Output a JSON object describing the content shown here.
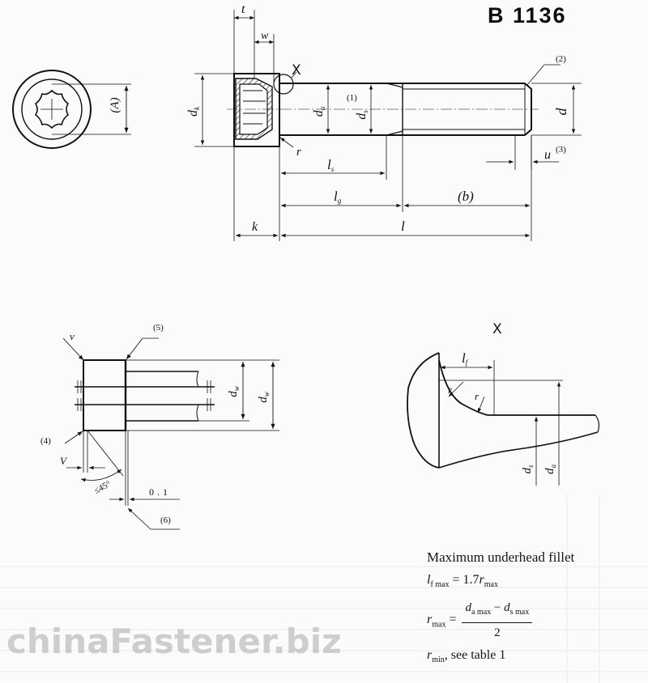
{
  "standard_code": "B 1136",
  "labels": {
    "t": "t",
    "w": "w",
    "X": "X",
    "A": "(A)",
    "dk": "d",
    "dk_sub": "k",
    "da": "d",
    "da_sub": "a",
    "ds": "d",
    "ds_sub": "s",
    "ds_note": "(1)",
    "d": "d",
    "note2": "(2)",
    "u": "u",
    "note3": "(3)",
    "r": "r",
    "ls": "l",
    "ls_sub": "s",
    "lg": "l",
    "lg_sub": "g",
    "b": "(b)",
    "k": "k",
    "l": "l",
    "v_top": "v",
    "note5": "(5)",
    "dw1": "d",
    "dw1_sub": "w",
    "dw2": "d",
    "dw2_sub": "w",
    "note4": "(4)",
    "V": "V",
    "angle": "≤45°",
    "tol": "0.1",
    "note6": "(6)",
    "X_detail": "X",
    "lf": "l",
    "lf_sub": "f",
    "r1": "r",
    "r2": "r",
    "ds_detail": "d",
    "ds_detail_sub": "s",
    "da_detail": "d",
    "da_detail_sub": "a"
  },
  "formula": {
    "title": "Maximum underhead fillet",
    "lf_lhs": "l",
    "lf_lhs_sub": "f max",
    "lf_rhs": "= 1.7",
    "lf_r": "r",
    "lf_r_sub": "max",
    "rmax_lhs": "r",
    "rmax_lhs_sub": "max",
    "rmax_eq": "=",
    "num_a": "d",
    "num_a_sub": "a max",
    "num_minus": " − ",
    "num_b": "d",
    "num_b_sub": "s max",
    "den": "2",
    "rmin": "r",
    "rmin_sub": "min",
    "rmin_text": ", see table 1"
  },
  "watermark": "chinaFastener.biz"
}
